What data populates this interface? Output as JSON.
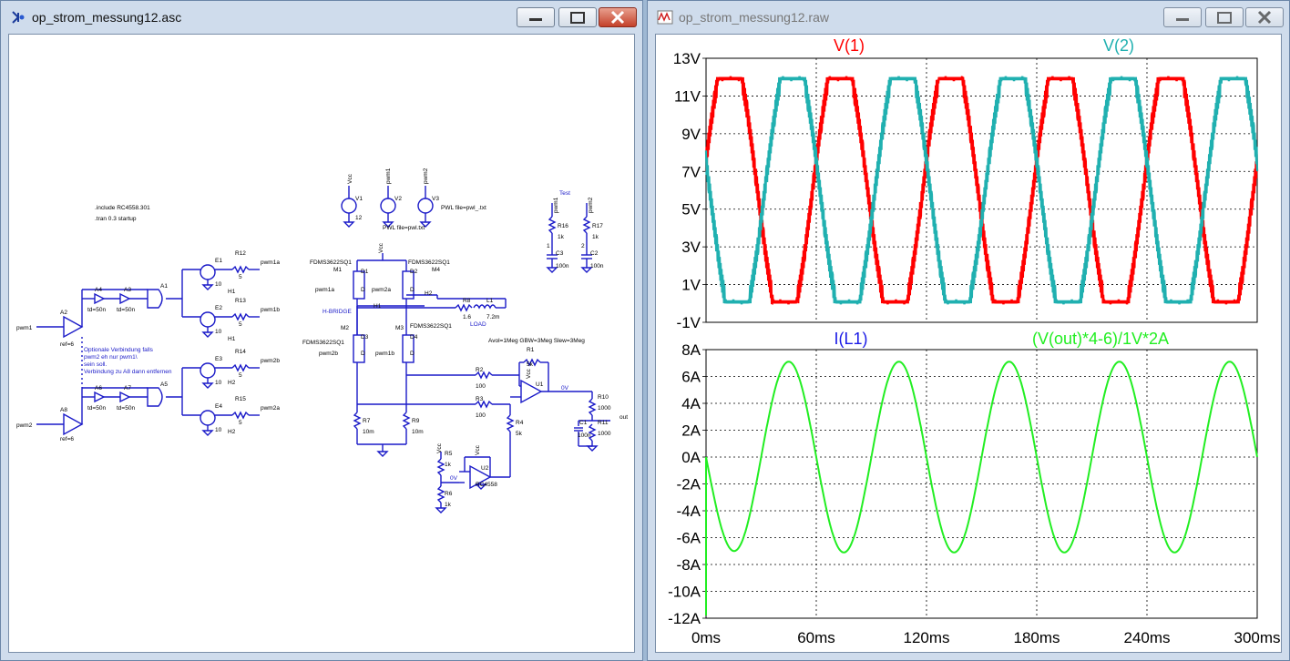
{
  "schematic_window": {
    "title": "op_strom_messung12.asc",
    "texts": {
      "include": ".include RC4558.301",
      "tran": ".tran 0.3 startup",
      "pwm1": "pwm1",
      "pwm2": "pwm2",
      "a2": "A2",
      "a8": "A8",
      "ref6a": "ref=6",
      "ref6b": "ref=6",
      "a4": "A4",
      "a3": "A3",
      "a1": "A1",
      "a6": "A6",
      "a7": "A7",
      "a5": "A5",
      "td1": "td=50n",
      "td2": "td=50n",
      "td3": "td=50n",
      "td4": "td=50n",
      "note1": "Optionale Verbindung falls",
      "note2": "pwm2 eh nur pwm1\\",
      "note3": "sein soll.",
      "note4": "Verbindung zu A8 dann entfernen",
      "e1": "E1",
      "e2": "E2",
      "e3": "E3",
      "e4": "E4",
      "ten1": "10",
      "ten2": "10",
      "ten3": "10",
      "ten4": "10",
      "h1a": "H1",
      "h1b": "H1",
      "h2a": "H2",
      "h2b": "H2",
      "r12": "R12",
      "r13": "R13",
      "r14": "R14",
      "r15": "R15",
      "five1": "5",
      "five2": "5",
      "five3": "5",
      "five4": "5",
      "pwm1a": "pwm1a",
      "pwm1b": "pwm1b",
      "pwm2b": "pwm2b",
      "pwm2a": "pwm2a",
      "v1": "V1",
      "v2": "V2",
      "v3": "V3",
      "vcc_top": "Vcc",
      "pwm1_top": "pwm1",
      "pwm2_top": "pwm2",
      "v12": "12",
      "pwl1": "PWL file=pwl.txt",
      "pwl2": "PWL file=pwl_.txt",
      "fdms_m1": "FDMS3622SQ1",
      "fdms_m4": "FDMS3622SQ1",
      "fdms_m2": "FDMS3622SQ1",
      "fdms_m3": "FDMS3622SQ1",
      "m1": "M1",
      "m4": "M4",
      "m2": "M2",
      "m3": "M3",
      "d1": "D1",
      "d2": "D2",
      "d3": "D3",
      "d4": "D4",
      "dd1": "D",
      "dd2": "D",
      "dd3": "D",
      "dd4": "D",
      "g_pwm1a": "pwm1a",
      "g_pwm2a": "pwm2a",
      "g_pwm2b": "pwm2b",
      "g_pwm1b": "pwm1b",
      "vcc_bridge": "Vcc",
      "h1_node": "H1",
      "h2_node": "H2",
      "hbridge": "H-BRIDGE",
      "r8": "R8",
      "r8v": "1.6",
      "l1": "L1",
      "l1v": "7.2m",
      "load": "LOAD",
      "avol": "Avol=1Meg GBW=3Meg Slew=3Meg",
      "r1": "R1",
      "r1v": "5k",
      "r2": "R2",
      "r2v": "100",
      "r3": "R3",
      "r3v": "100",
      "r4": "R4",
      "r4v": "5k",
      "u1": "U1",
      "u2": "U2",
      "vcc_u1": "Vcc",
      "vcc_u2": "Vcc",
      "vcc_r5": "Vcc",
      "zero_v1": "0V",
      "zero_v2": "0V",
      "r10": "R10",
      "r10v": "1000",
      "r11": "R11",
      "r11v": "1000",
      "c1": "C1",
      "c1v": "100n",
      "out": "out",
      "r7": "R7",
      "r7v": "10m",
      "r9": "R9",
      "r9v": "10m",
      "r5": "R5",
      "r5v": "1k",
      "r6": "R6",
      "r6v": "1k",
      "rc4558": "RC4558",
      "test": "Test",
      "pwm1_test": "pwm1",
      "pwm2_test": "pwm2",
      "r16": "R16",
      "r16v": "1k",
      "r17": "R17",
      "r17v": "1k",
      "c3": "C3",
      "c3v": "100n",
      "c2": "C2",
      "c2v": "100n",
      "n1": "1",
      "n2": "2"
    }
  },
  "waveform_window": {
    "title": "op_strom_messung12.raw"
  },
  "chart_data": [
    {
      "type": "line",
      "legend": [
        "V(1)",
        "V(2)"
      ],
      "series": [
        {
          "name": "V(1)",
          "color": "#ff0000",
          "period_ms": 60,
          "min": 0,
          "max": 12,
          "start": 6.5,
          "trend": "rising"
        },
        {
          "name": "V(2)",
          "color": "#20b0b0",
          "period_ms": 60,
          "min": 0,
          "max": 12,
          "start": 6.0,
          "trend": "falling"
        }
      ],
      "xlim": [
        0,
        300
      ],
      "ylim": [
        -1,
        13
      ],
      "yticks": [
        "13V",
        "11V",
        "9V",
        "7V",
        "5V",
        "3V",
        "1V",
        "-1V"
      ],
      "grid": true
    },
    {
      "type": "line",
      "legend": [
        "I(L1)",
        "(V(out)*4-6)/1V*2A"
      ],
      "legend_colors": [
        "#1a1ae6",
        "#22ee22"
      ],
      "series": [
        {
          "name": "(V(out)*4-6)/1V*2A",
          "color": "#22ee22",
          "period_ms": 60,
          "amplitude": 7.1,
          "offset": 0,
          "first_min_ms": 12,
          "first_min": -6.7
        }
      ],
      "xlim": [
        0,
        300
      ],
      "ylim": [
        -12,
        8
      ],
      "yticks": [
        "8A",
        "6A",
        "4A",
        "2A",
        "0A",
        "-2A",
        "-4A",
        "-6A",
        "-8A",
        "-10A",
        "-12A"
      ],
      "xticks": [
        "0ms",
        "60ms",
        "120ms",
        "180ms",
        "240ms",
        "300ms"
      ],
      "grid": true
    }
  ]
}
